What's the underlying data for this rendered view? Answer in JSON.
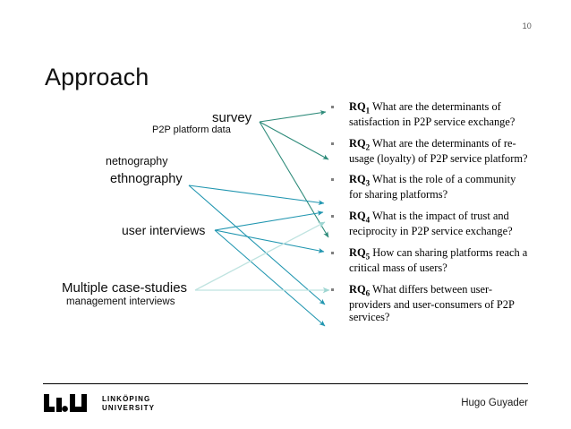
{
  "slide": {
    "page_number": "10",
    "title": "Approach",
    "presenter": "Hugo Guyader"
  },
  "methods": [
    {
      "id": "survey",
      "label": "survey"
    },
    {
      "id": "p2p-platform-data",
      "label": "P2P platform data"
    },
    {
      "id": "netnography",
      "label": "netnography"
    },
    {
      "id": "ethnography",
      "label": "ethnography"
    },
    {
      "id": "user-interviews",
      "label": "user interviews"
    },
    {
      "id": "multiple-case-studies",
      "label": "Multiple case-studies"
    },
    {
      "id": "management-interviews",
      "label": "management interviews"
    }
  ],
  "research_questions": [
    {
      "code": "RQ",
      "num": "1",
      "text": "What are the determinants of satisfaction in P2P service exchange?"
    },
    {
      "code": "RQ",
      "num": "2",
      "text": "What are the determinants of re-usage (loyalty) of P2P service platform?"
    },
    {
      "code": "RQ",
      "num": "3",
      "text": "What is the role of a community for sharing platforms?"
    },
    {
      "code": "RQ",
      "num": "4",
      "text": "What is the impact of trust and reciprocity in P2P service exchange?"
    },
    {
      "code": "RQ",
      "num": "5",
      "text": "How can sharing platforms reach a critical mass of users?"
    },
    {
      "code": "RQ",
      "num": "6",
      "text": "What differs between user-providers and user-consumers of P2P services?"
    }
  ],
  "logo": {
    "mark": "liu-logo",
    "line1": "LINKÖPING",
    "line2": "UNIVERSITY"
  },
  "colors": {
    "arrow_dark_teal": "#2e8b7a",
    "arrow_teal": "#2196b0",
    "arrow_light_teal": "#bfe3e0",
    "bullet_gray": "#7f7f7f",
    "text_black": "#000000"
  }
}
